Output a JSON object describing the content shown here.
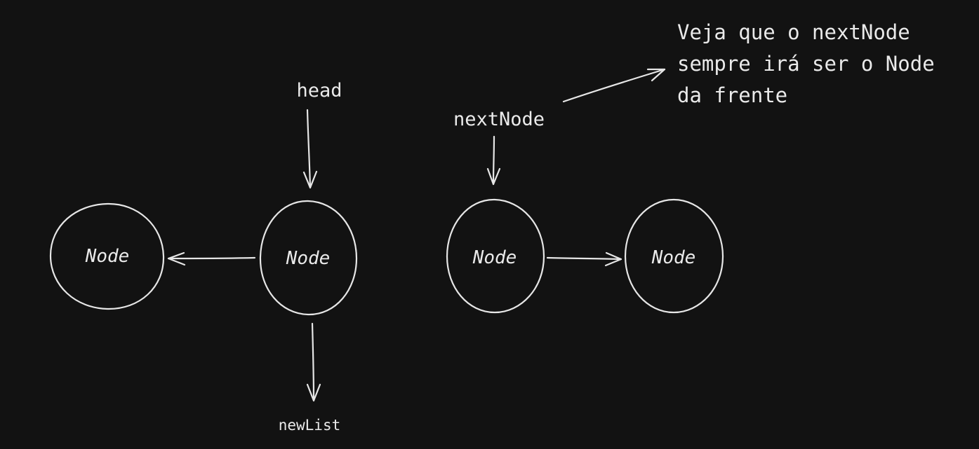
{
  "diagram": {
    "nodes": [
      {
        "id": "node-1",
        "label": "Node"
      },
      {
        "id": "node-2",
        "label": "Node"
      },
      {
        "id": "node-3",
        "label": "Node"
      },
      {
        "id": "node-4",
        "label": "Node"
      }
    ],
    "labels": {
      "head": "head",
      "next_node": "nextNode",
      "new_list": "newList"
    },
    "note": {
      "line1": "Veja que o nextNode",
      "line2": "sempre irá ser o Node",
      "line3": "da frente"
    },
    "edges": [
      {
        "from": "node-2",
        "to": "node-1"
      },
      {
        "from": "node-3",
        "to": "node-4"
      },
      {
        "from": "head",
        "to": "node-2"
      },
      {
        "from": "nextNode",
        "to": "node-3"
      },
      {
        "from": "node-2",
        "to": "newList"
      },
      {
        "from": "nextNode",
        "to": "note"
      }
    ],
    "colors": {
      "background": "#121212",
      "stroke": "#e6e6e6",
      "text": "#eaeaea"
    }
  }
}
